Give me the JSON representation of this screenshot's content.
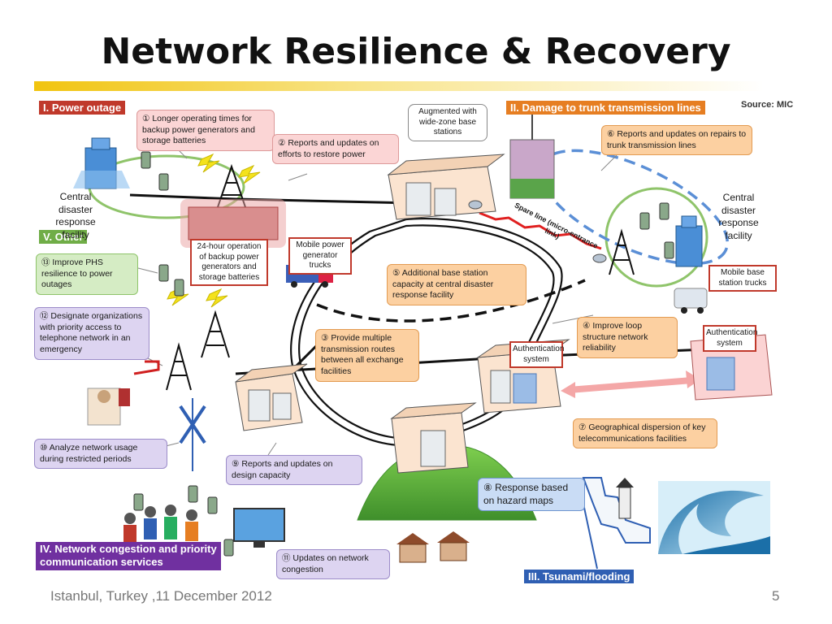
{
  "title": "Network Resilience & Recovery",
  "source": "Source: MIC",
  "footer": {
    "location_date": "Istanbul, Turkey ,11 December 2012",
    "page": "5"
  },
  "categories": {
    "power_outage": "I. Power outage",
    "trunk_damage": "II. Damage to trunk transmission lines",
    "tsunami": "III. Tsunami/flooding",
    "congestion": "IV. Network congestion and priority communication services",
    "other": "V. Other"
  },
  "callouts": {
    "c1": "① Longer operating times for backup power generators and storage batteries",
    "c2": "② Reports and updates on efforts to restore power",
    "c3": "③ Provide multiple transmission routes between all exchange facilities",
    "c4": "④ Improve loop structure network reliability",
    "c5": "⑤ Additional base station capacity at central disaster response facility",
    "c6": "⑥ Reports and updates on repairs to trunk transmission lines",
    "c7": "⑦ Geographical dispersion of key telecommunications facilities",
    "c8": "⑧ Response based on hazard maps",
    "c9": "⑨ Reports and updates on design capacity",
    "c10": "⑩ Analyze network usage during restricted periods",
    "c11": "⑪ Updates on network congestion",
    "c12": "⑫ Designate organizations with priority access to telephone network in an emergency",
    "c13": "⑬ Improve PHS resilience to power outages"
  },
  "labels": {
    "central_left": "Central disaster response facility",
    "central_right": "Central disaster response facility",
    "augmented": "Augmented with wide-zone base stations",
    "generator_24h": "24-hour operation of backup power generators and storage batteries",
    "mobile_power": "Mobile power generator trucks",
    "mobile_base": "Mobile base station trucks",
    "auth_center": "Authentication system",
    "auth_right": "Authentication system",
    "spare_line": "Spare line (micro-entrance link)"
  },
  "colors": {
    "power_red": "#c0392b",
    "trunk_orange": "#e67e22",
    "tsunami_blue": "#2f5fb3",
    "congestion_purple": "#7030a0",
    "other_green": "#70ad47",
    "title_rule": "#f1c40f"
  }
}
